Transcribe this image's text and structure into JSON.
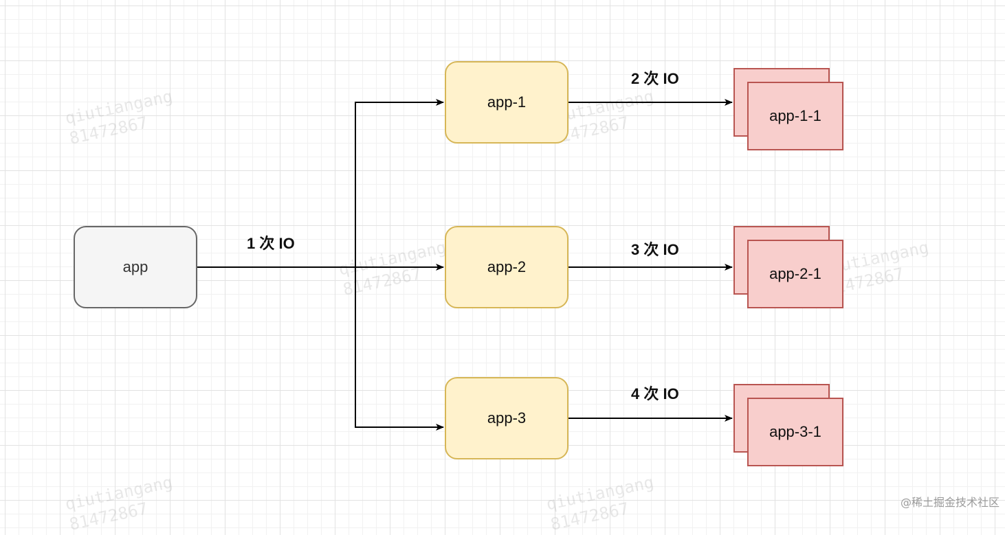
{
  "nodes": {
    "root": "app",
    "mid": [
      "app-1",
      "app-2",
      "app-3"
    ],
    "leaf": [
      "app-1-1",
      "app-2-1",
      "app-3-1"
    ]
  },
  "edge_labels": {
    "root_to_mid": "1 次 IO",
    "mid_to_leaf": [
      "2 次 IO",
      "3 次 IO",
      "4 次 IO"
    ]
  },
  "watermark": {
    "name": "qiutiangang",
    "id": "81472867"
  },
  "credit": "@稀土掘金技术社区",
  "colors": {
    "root_fill": "#f5f5f5",
    "root_stroke": "#666666",
    "mid_fill": "#fff2cc",
    "mid_stroke": "#d6b656",
    "leaf_fill": "#f8cecc",
    "leaf_stroke": "#b85450",
    "edge": "#000000"
  }
}
